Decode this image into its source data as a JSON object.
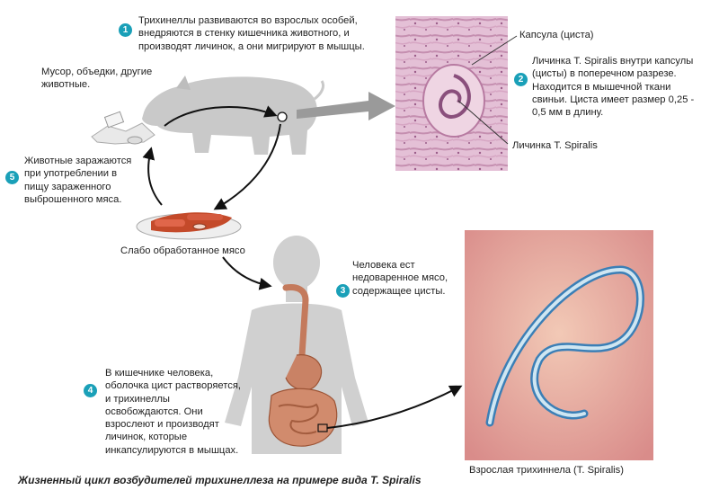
{
  "steps": [
    {
      "n": "1",
      "text": "Трихинеллы развиваются во взрослых особей,\nвнедряются в стенку кишечника животного, и\nпроизводят личинок, а они мигрируют в мышцы."
    },
    {
      "n": "2",
      "text": "Личинка T. Spiralis внутри капсулы\n(цисты) в поперечном разрезе.\nНаходится в мышечной ткани\nсвиньи. Циста имеет размер 0,25 -\n0,5 мм в длину."
    },
    {
      "n": "3",
      "text": "Человека ест\nнедоваренное мясо,\nсодержащее цисты."
    },
    {
      "n": "4",
      "text": "В кишечнике человека,\nоболочка цист растворяется,\nи трихинеллы\nосвобождаются. Они\nвзрослеют и производят\nличинок, которые\nинкапсулируются в мышцах."
    },
    {
      "n": "5",
      "text": "Животные заражаются\nпри употреблении в\nпищу зараженного\nвыброшенного мяса."
    }
  ],
  "labels": {
    "garbage": "Мусор, объедки, другие\nживотные.",
    "capsule": "Капсула (циста)",
    "larva": "Личинка T. Spiralis",
    "meat": "Слабо обработанное мясо",
    "adult": "Взрослая трихиннела (T. Spiralis)"
  },
  "caption": "Жизненный цикл возбудителей трихинеллеза на примере вида T. Spiralis",
  "colors": {
    "badge": "#1aa0b8",
    "arrow": "#111111",
    "gray_arrow": "#9a9a9a"
  }
}
